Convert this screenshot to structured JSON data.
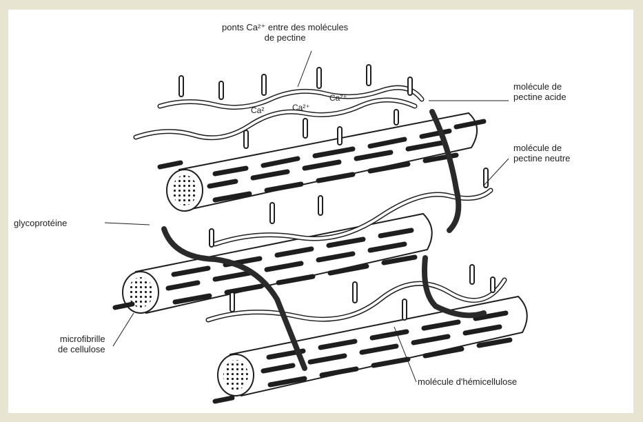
{
  "labels": {
    "ca_bridges": {
      "line1": "ponts Ca²⁺ entre des molécules",
      "line2": "de pectine"
    },
    "acid_pectin": {
      "line1": "molécule de",
      "line2": "pectine acide"
    },
    "neutral_pectin": {
      "line1": "molécule de",
      "line2": "pectine neutre"
    },
    "glycoprotein": "glycoprotéine",
    "microfibril": {
      "line1": "microfibrille",
      "line2": "de cellulose"
    },
    "hemicellulose": "molécule d'hémicellulose",
    "ca_ion": "Ca²",
    "ca_ion2": "Ca²⁺"
  },
  "colors": {
    "page": "#e8e4d2",
    "sheet": "#ffffff",
    "ink": "#1e1e1e"
  }
}
